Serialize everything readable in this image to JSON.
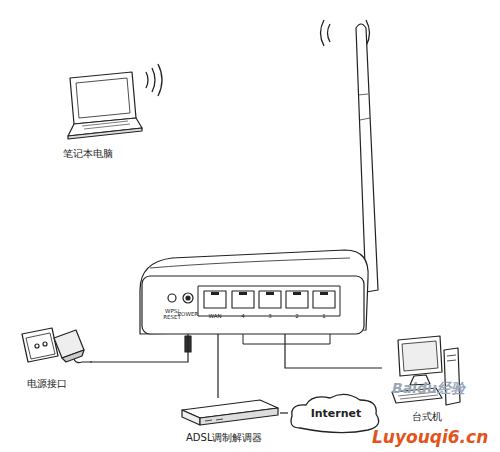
{
  "diagram": {
    "nodes": [
      {
        "text": [
          "笔记本电脑"
        ]
      },
      {
        "text": [
          "WPS/ RESET",
          "POWER",
          "WAN",
          "4",
          "3",
          "2",
          "1"
        ]
      },
      {
        "text": [
          "电源接口"
        ]
      },
      {
        "text": [
          "台式机"
        ]
      },
      {
        "text": [
          "ADSL调制解调器"
        ]
      },
      {
        "text": [
          "Internet"
        ]
      }
    ],
    "edges": [
      {
        "from": 2,
        "to": 1,
        "arrow": "none"
      },
      {
        "from": 1,
        "to": 4,
        "arrow": "none"
      },
      {
        "from": 4,
        "to": 5,
        "arrow": "none"
      },
      {
        "from": 1,
        "to": 3,
        "arrow": "none"
      }
    ],
    "labels": [
      "Baidu经验",
      "Luyouqi6.cn"
    ]
  }
}
